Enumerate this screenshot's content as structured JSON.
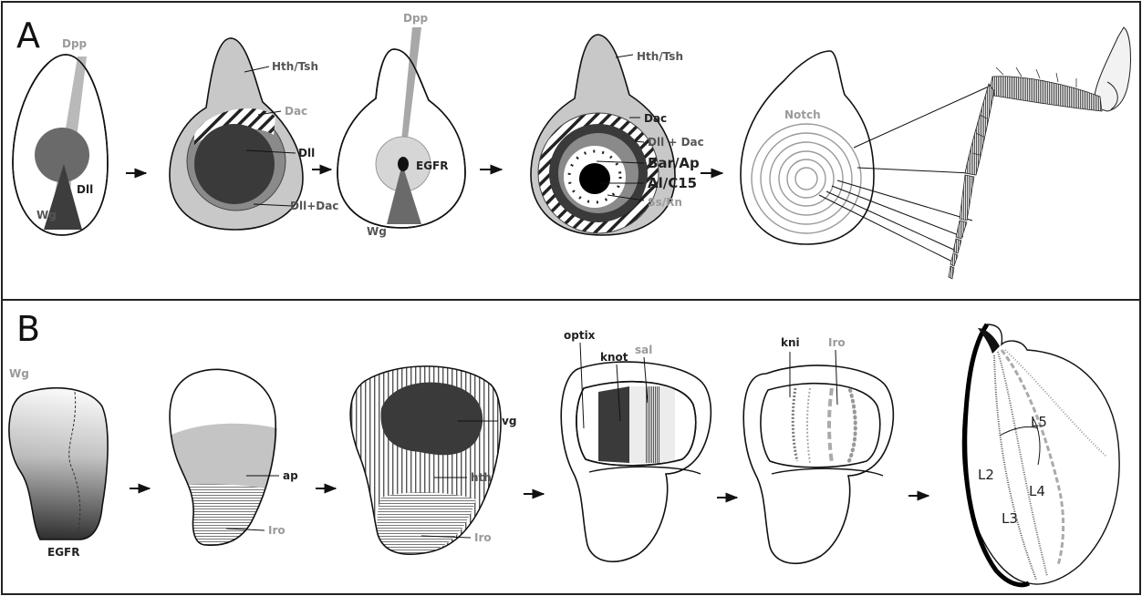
{
  "panel_a": {
    "letter": "A",
    "stage1": {
      "dpp": "Dpp",
      "dll": "Dll",
      "wg": "Wg"
    },
    "stage2": {
      "hth_tsh": "Hth/Tsh",
      "dac": "Dac",
      "dll": "Dll",
      "dll_dac": "Dll+Dac"
    },
    "stage3": {
      "dpp": "Dpp",
      "egfr": "EGFR",
      "wg": "Wg"
    },
    "stage4": {
      "hth_tsh": "Hth/Tsh",
      "dac": "Dac",
      "dll_dac": "Dll + Dac",
      "bar_ap": "Bar/Ap",
      "al_c15": "Al/C15",
      "ss_rn": "Ss/Rn"
    },
    "stage5": {
      "notch": "Notch"
    }
  },
  "panel_b": {
    "letter": "B",
    "stage1": {
      "wg": "Wg",
      "egfr": "EGFR"
    },
    "stage2": {
      "ap": "ap",
      "iro": "Iro"
    },
    "stage3": {
      "vg": "vg",
      "hth": "hth",
      "iro": "Iro"
    },
    "stage4": {
      "optix": "optix",
      "knot": "knot",
      "sal": "sal"
    },
    "stage5": {
      "kni": "kni",
      "iro": "Iro"
    },
    "stage6": {
      "l2": "L2",
      "l3": "L3",
      "l4": "L4",
      "l5": "L5"
    }
  },
  "colors": {
    "light_grey": "#c8c8c8",
    "mid_grey": "#8a8a8a",
    "dark_grey": "#3a3a3a",
    "label_grey": "#9a9a9a"
  }
}
